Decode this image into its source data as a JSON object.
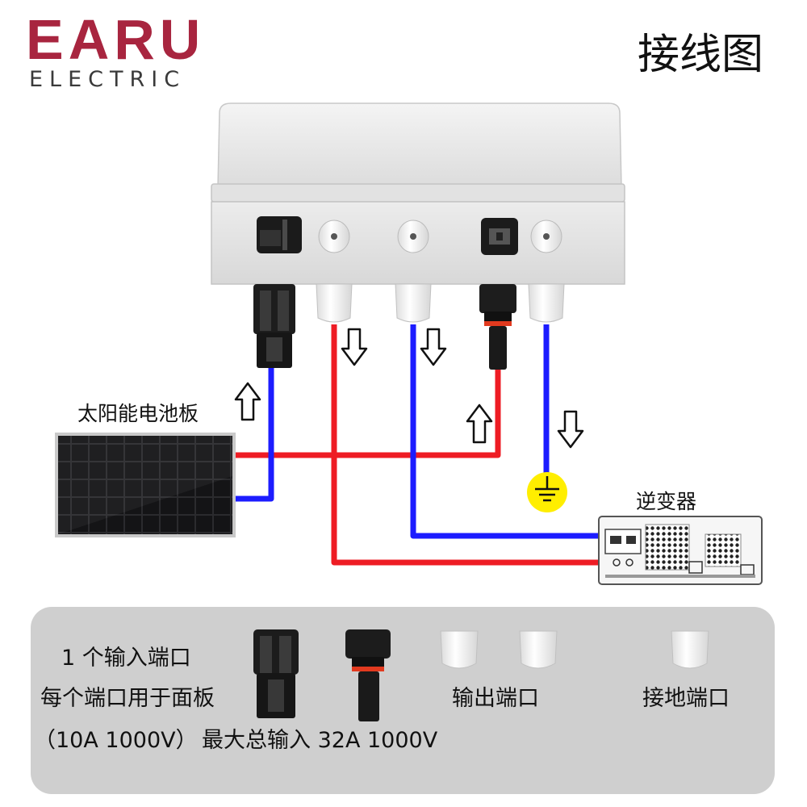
{
  "brand": {
    "name": "EARU",
    "sub": "ELECTRIC",
    "color": "#a8253f"
  },
  "title": "接线图",
  "labels": {
    "solar_panel": "太阳能电池板",
    "inverter": "逆变器"
  },
  "wire_colors": {
    "positive": "#ee1c24",
    "negative": "#1c1cff"
  },
  "legend": {
    "input_ports": "1 个输入端口",
    "per_port": "每个端口用于面板",
    "rating_per_port": "（10A 1000V）",
    "max_total": "最大总输入 32A 1000V",
    "output_ports": "输出端口",
    "ground_port": "接地端口"
  },
  "icons": [
    "mc4-male-connector-icon",
    "mc4-female-connector-icon",
    "cable-gland-icon",
    "ground-symbol-icon",
    "arrow-up-icon",
    "arrow-down-icon"
  ]
}
